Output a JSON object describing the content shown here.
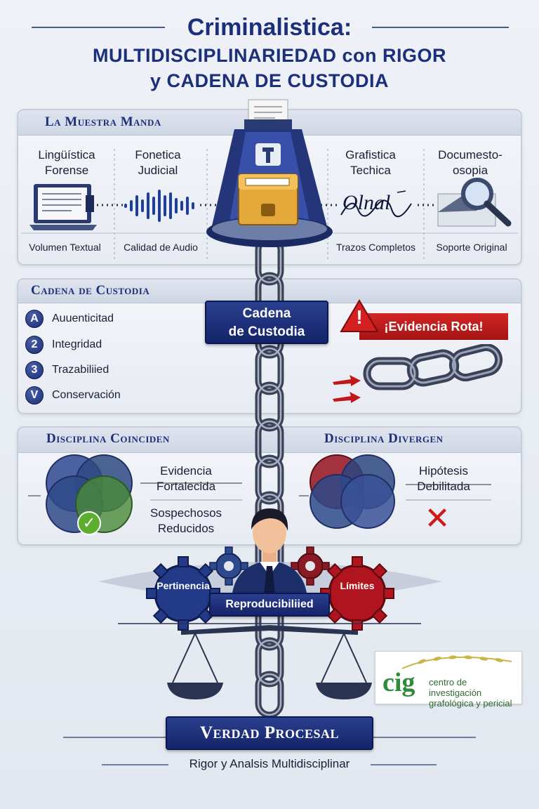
{
  "header": {
    "title_line1": "Criminalistica:",
    "title_line2": "MULTIDISCIPLINARIEDAD con RIGOR",
    "title_line3": "y CADENA DE CUSTODIA"
  },
  "muestra": {
    "title": "La Muestra Manda",
    "disciplines": [
      {
        "name_line1": "Lingüística",
        "name_line2": "Forense",
        "sub": "Volumen Textual",
        "icon": "laptop-icon"
      },
      {
        "name_line1": "Fonetica",
        "name_line2": "Judicial",
        "sub": "Calidad de Audio",
        "icon": "sound-wave-icon"
      },
      {
        "name_line1": "Grafistica",
        "name_line2": "Techica",
        "sub": "Trazos Completos",
        "icon": "signature-icon"
      },
      {
        "name_line1": "Documesto-",
        "name_line2": "osopia",
        "sub": "Soporte Original",
        "icon": "magnifier-icon"
      }
    ],
    "signature_text": "Olnal"
  },
  "custodia": {
    "title": "Cadena de Custodia",
    "items": [
      {
        "badge": "A",
        "label": "Auuenticitad"
      },
      {
        "badge": "2",
        "label": "Integridad"
      },
      {
        "badge": "3",
        "label": "Trazabiliied"
      },
      {
        "badge": "V",
        "label": "Conservación"
      }
    ],
    "box_line1": "Cadena",
    "box_line2": "de Custodia",
    "alert_mark": "!",
    "broken_label": "¡Evidencia Rota!"
  },
  "disciplinas": {
    "coinciden_title_a": "Disciplina",
    "coinciden_title_b": "Coinciden",
    "divergen_title_a": "Disciplina",
    "divergen_title_b": "Divergen",
    "coinciden_text1_l1": "Evidencia",
    "coinciden_text1_l2": "Fortalecida",
    "coinciden_text2_l1": "Sospechosos",
    "coinciden_text2_l2": "Reducidos",
    "divergen_text_l1": "Hipótesis",
    "divergen_text_l2": "Debilitada",
    "check_mark": "✓",
    "x_mark": "✕"
  },
  "expert": {
    "gear_left": "Pertinencia",
    "gear_right": "Límites",
    "center_label": "Reproducibiliied"
  },
  "logo": {
    "mark": "cig",
    "line1": "centro de investigación",
    "line2": "grafológica y pericial"
  },
  "footer": {
    "title": "Verdad Procesal",
    "subtitle": "Rigor y Analsis Multidisciplinar"
  },
  "colors": {
    "navy": "#1c2f7a",
    "red": "#c01818",
    "green": "#2e8b3a"
  }
}
